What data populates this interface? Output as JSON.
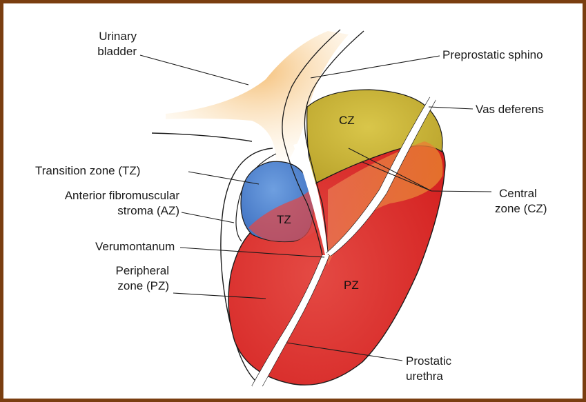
{
  "colors": {
    "frame": "#7a3e10",
    "bladder": "#f5c98a",
    "central_zone": "#cdb63a",
    "transition_zone": "#5b8fd1",
    "peripheral_zone": "#dc2a26",
    "outline": "#1a1a1a"
  },
  "labels": {
    "urinary_bladder": [
      "Urinary",
      "bladder"
    ],
    "preprostatic": "Preprostatic sphino",
    "vas_deferens": "Vas deferens",
    "transition_zone": "Transition  zone (TZ)",
    "anterior_stroma": [
      "Anterior fibromuscular",
      "stroma (AZ)"
    ],
    "central_zone": [
      "Central",
      "zone (CZ)"
    ],
    "verumontanum": "Verumontanum",
    "peripheral_zone": [
      "Peripheral",
      "zone (PZ)"
    ],
    "prostatic_urethra": [
      "Prostatic",
      "urethra"
    ]
  },
  "zones": {
    "cz": "CZ",
    "tz": "TZ",
    "pz": "PZ"
  }
}
